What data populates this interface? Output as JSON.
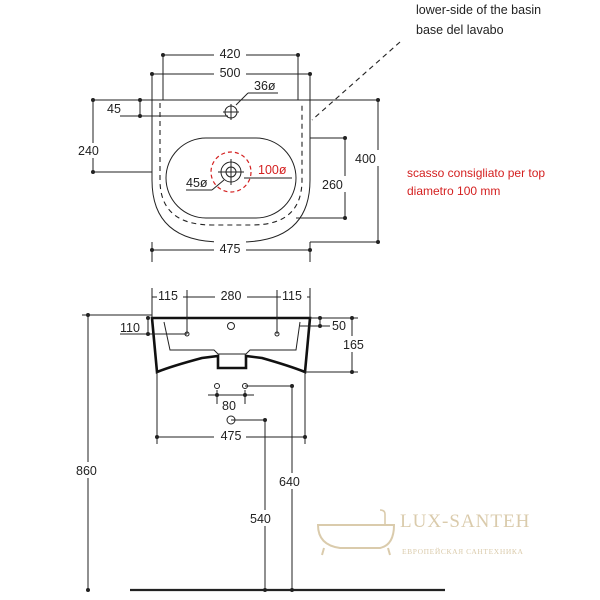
{
  "notes": {
    "callout_line1": "lower-side of the basin",
    "callout_line2": "base del lavabo",
    "cutout_line1": "scasso consigliato per top",
    "cutout_line2": "diametro 100 mm"
  },
  "top_view": {
    "dim_420": "420",
    "dim_500": "500",
    "dim_36": "36ø",
    "dim_45_left": "45",
    "dim_240": "240",
    "dim_400": "400",
    "dim_100": "100ø",
    "dim_45_drain": "45ø",
    "dim_260": "260",
    "dim_475": "475"
  },
  "front_view": {
    "dim_115_left": "115",
    "dim_280": "280",
    "dim_115_right": "115",
    "dim_110": "110",
    "dim_50": "50",
    "dim_165": "165",
    "dim_80": "80",
    "dim_475": "475",
    "dim_860": "860",
    "dim_640": "640",
    "dim_540": "540"
  },
  "watermark": {
    "brand": "LUX-SANTEH",
    "tagline": "ЕВРОПЕЙСКАЯ САНТЕХНИКА"
  },
  "colors": {
    "line": "#222222",
    "cutout_red": "#d42020",
    "watermark": "#d9c9a8"
  }
}
